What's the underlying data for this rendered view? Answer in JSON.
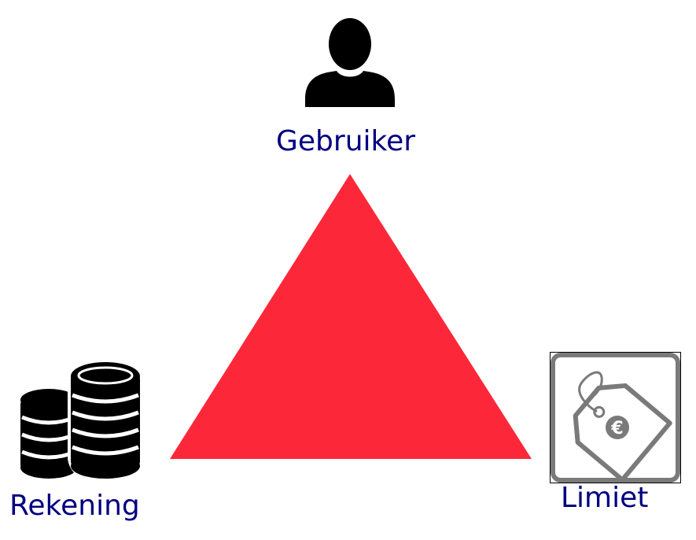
{
  "nodes": {
    "gebruiker": {
      "label": "Gebruiker",
      "icon": "user-icon"
    },
    "rekening": {
      "label": "Rekening",
      "icon": "coins-icon"
    },
    "limiet": {
      "label": "Limiet",
      "icon": "price-tag-icon",
      "icon_symbol": "€"
    }
  },
  "colors": {
    "triangle": "#fc2839",
    "label_text": "#000080",
    "icon_black": "#000000",
    "tag_gray": "#7a7a7a"
  }
}
